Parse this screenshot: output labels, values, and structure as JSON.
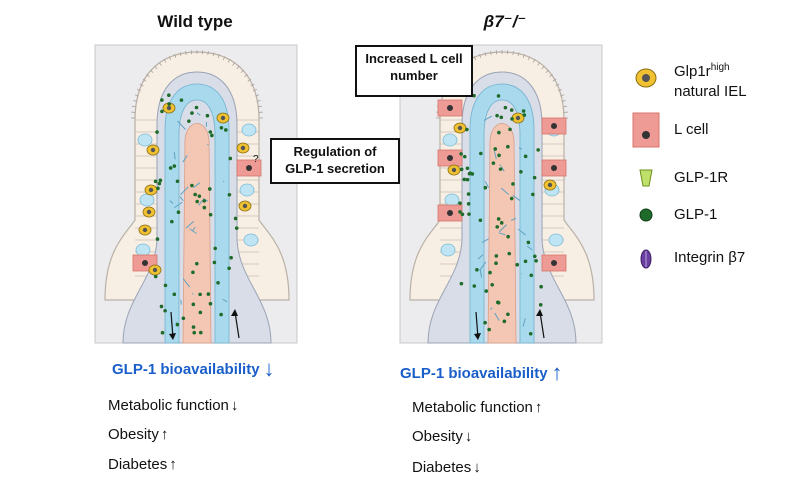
{
  "panels": [
    {
      "title": "Wild type",
      "callout": "Regulation of GLP-1 secretion",
      "bioavailability": {
        "label": "GLP-1 bioavailability",
        "arrow": "↓"
      },
      "outcomes": [
        {
          "label": "Metabolic function",
          "arrow": "↓"
        },
        {
          "label": "Obesity",
          "arrow": "↑"
        },
        {
          "label": "Diabetes",
          "arrow": "↑"
        }
      ]
    },
    {
      "title": "β7⁻/⁻",
      "callout": "Increased L cell number",
      "bioavailability": {
        "label": "GLP-1 bioavailability",
        "arrow": "↑"
      },
      "outcomes": [
        {
          "label": "Metabolic function",
          "arrow": "↑"
        },
        {
          "label": "Obesity",
          "arrow": "↓"
        },
        {
          "label": "Diabetes",
          "arrow": "↓"
        }
      ]
    }
  ],
  "legend": {
    "iel_line1_main": "Glp1r",
    "iel_line1_sup": "high",
    "iel_line2": "natural IEL",
    "l_cell": "L cell",
    "glp1r": "GLP-1R",
    "glp1": "GLP-1",
    "integrin": "Integrin β7"
  },
  "colors": {
    "accent_blue": "#1a5ec9",
    "l_cell": "#ef9b95",
    "iel": "#f0c232",
    "glp1_dot": "#1e6b2a",
    "vessel": "#a9d9ec",
    "lamina": "#f3c7b4",
    "integrin": "#6a3fa0"
  }
}
